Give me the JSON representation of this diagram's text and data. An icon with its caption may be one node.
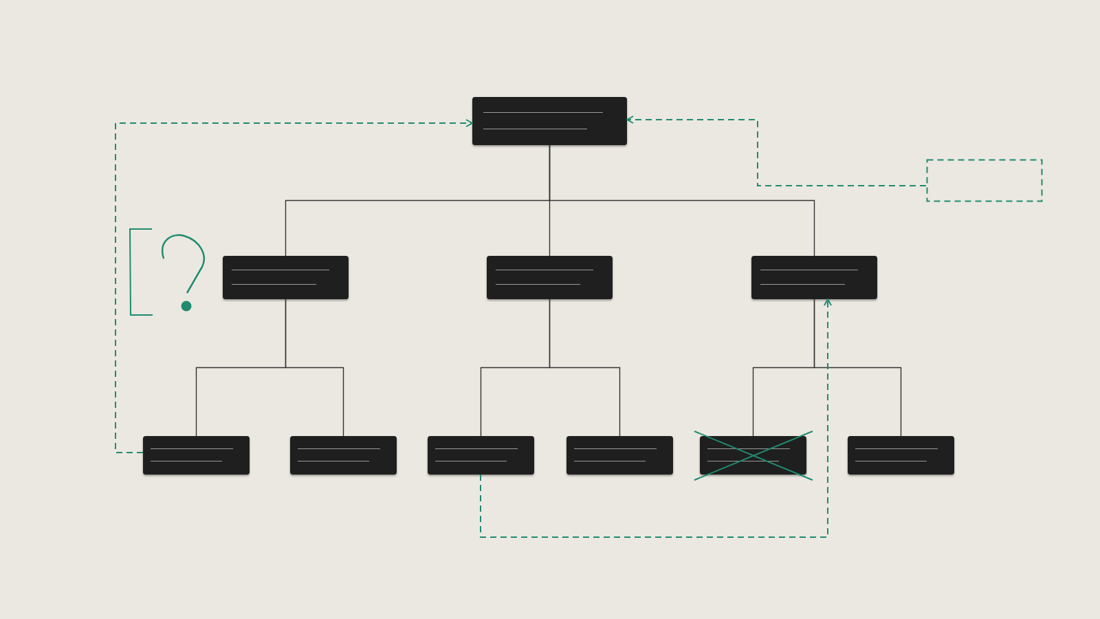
{
  "diagram": {
    "nodes": [
      {
        "text": [],
        "shape": "box"
      },
      {
        "text": [],
        "shape": "box"
      },
      {
        "text": [],
        "shape": "box"
      },
      {
        "text": [],
        "shape": "box"
      },
      {
        "text": [],
        "shape": "box"
      },
      {
        "text": [],
        "shape": "box"
      },
      {
        "text": [],
        "shape": "box"
      },
      {
        "text": [],
        "shape": "box"
      },
      {
        "text": [],
        "shape": "box"
      },
      {
        "text": [],
        "shape": "box"
      },
      {
        "text": [],
        "shape": "box"
      }
    ],
    "edges": [
      {
        "from": 0,
        "to": 1,
        "arrow": "none"
      },
      {
        "from": 0,
        "to": 2,
        "arrow": "none"
      },
      {
        "from": 0,
        "to": 3,
        "arrow": "none"
      },
      {
        "from": 1,
        "to": 4,
        "arrow": "none"
      },
      {
        "from": 1,
        "to": 5,
        "arrow": "none"
      },
      {
        "from": 2,
        "to": 6,
        "arrow": "none"
      },
      {
        "from": 2,
        "to": 7,
        "arrow": "none"
      },
      {
        "from": 3,
        "to": 8,
        "arrow": "none"
      },
      {
        "from": 3,
        "to": 9,
        "arrow": "none"
      },
      {
        "from": 4,
        "to": 0,
        "arrow": "to",
        "style": "dashed",
        "color": "#1f8a70"
      },
      {
        "from": 10,
        "to": 0,
        "arrow": "to",
        "style": "dashed",
        "color": "#1f8a70"
      },
      {
        "from": 6,
        "to": 3,
        "arrow": "to",
        "style": "dashed",
        "color": "#1f8a70"
      }
    ]
  }
}
